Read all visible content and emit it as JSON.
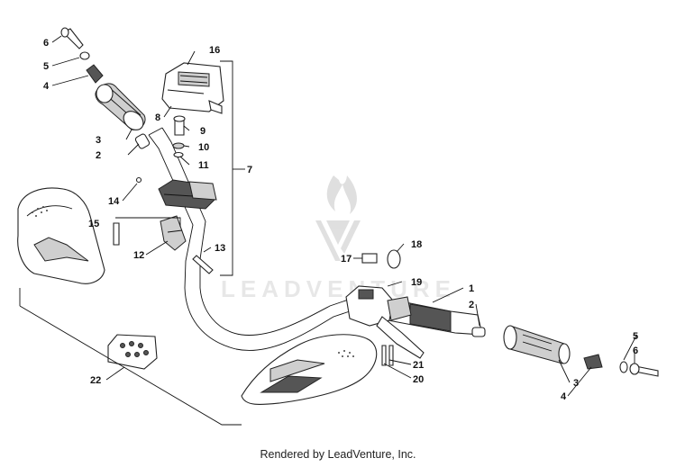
{
  "watermark": {
    "text": "LEADVENTURE"
  },
  "credit": "Rendered by LeadVenture, Inc.",
  "callouts": [
    "6",
    "5",
    "4",
    "16",
    "8",
    "9",
    "10",
    "11",
    "7",
    "3",
    "2",
    "14",
    "15",
    "12",
    "13",
    "18",
    "17",
    "19",
    "1",
    "2",
    "21",
    "20",
    "3",
    "4",
    "5",
    "6",
    "22"
  ]
}
